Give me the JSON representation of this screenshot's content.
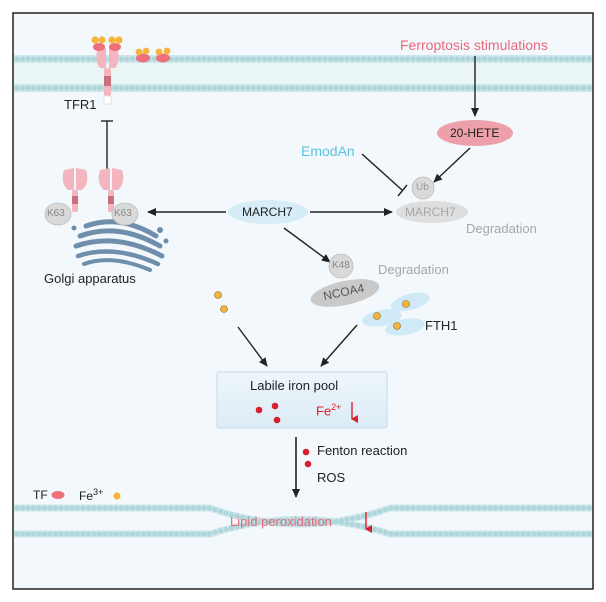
{
  "labels": {
    "ferroptosis": "Ferroptosis stimulations",
    "hete": "20-HETE",
    "emodan": "EmodAn",
    "ub": "Ub",
    "march7_degraded": "MARCH7",
    "degradation_march7": "Degradation",
    "march7": "MARCH7",
    "tfr1": "TFR1",
    "k63_left": "K63",
    "k63_right": "K63",
    "golgi": "Golgi apparatus",
    "k48": "K48",
    "ncoa4": "NCOA4",
    "degradation_ncoa4": "Degradation",
    "fth1": "FTH1",
    "lip": "Labile iron pool",
    "fe2_base": "Fe",
    "fe2_sup": "2+",
    "fenton": "Fenton reaction",
    "ros": "ROS",
    "tf_legend": "TF",
    "fe3_base": "Fe",
    "fe3_sup": "3+",
    "lipid": "Lipid peroxidation"
  },
  "colors": {
    "background": "#f3f8fc",
    "frame": "#222222",
    "membrane": "#bfe0e4",
    "membrane_bead": "#aed6db",
    "red_text": "#e8697a",
    "hete_fill": "#eea0aa",
    "emodan_blue": "#59c2e4",
    "grey_text": "#a6a6a6",
    "grey_fill": "#d9d9d9",
    "march7_fill": "#d6ecf7",
    "fth1_fill": "#cfe9f6",
    "iron_orange": "#f5b53c",
    "iron_red": "#d8202c",
    "tf_pink": "#ec6f7a",
    "lip_fill": "#e6f1f9",
    "golgi_blue": "#6f8eab",
    "receptor_pink": "#f4b5bf"
  }
}
